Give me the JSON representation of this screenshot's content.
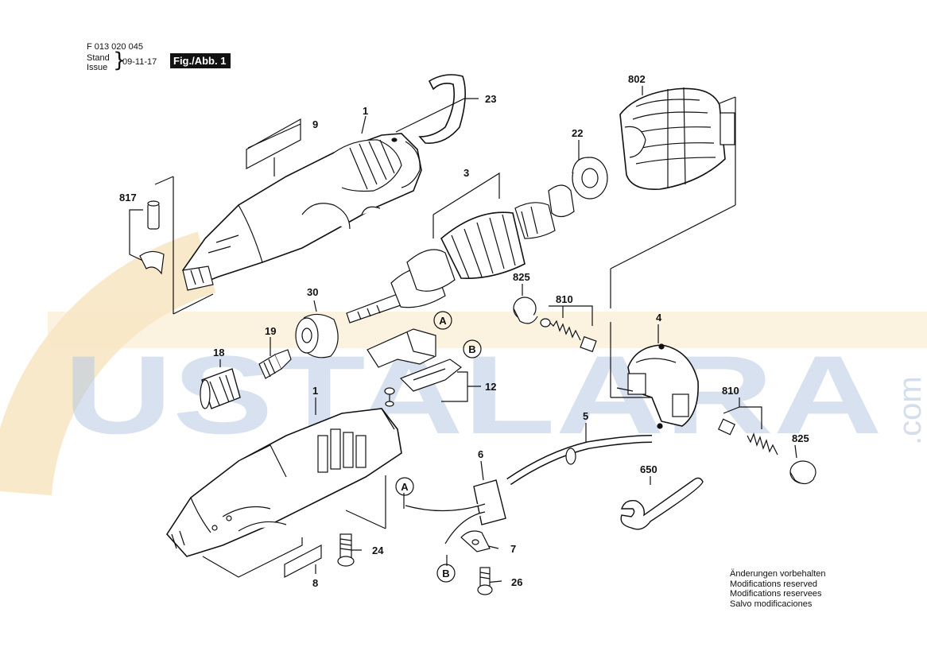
{
  "header": {
    "code": "F 013 020 045",
    "stand_label": "Stand",
    "issue_label": "Issue",
    "date": "09-11-17",
    "figure": "Fig./Abb. 1"
  },
  "watermark": {
    "text": "USTALARA",
    "suffix": ".com",
    "letter_color": "#9fb6d6",
    "arc_color": "#f3d9a8"
  },
  "part_labels": {
    "p1_top": "1",
    "p23": "23",
    "p9": "9",
    "p817": "817",
    "p802": "802",
    "p22": "22",
    "p3": "3",
    "p30": "30",
    "p19": "19",
    "p18": "18",
    "p825_top": "825",
    "p810_top": "810",
    "p4": "4",
    "p12": "12",
    "p1_bottom": "1",
    "p810_bottom": "810",
    "p825_bottom": "825",
    "p5": "5",
    "p6": "6",
    "p650": "650",
    "p7": "7",
    "p24": "24",
    "p26": "26",
    "p8": "8"
  },
  "callouts": {
    "a_top": "A",
    "b_top": "B",
    "a_bottom": "A",
    "b_bottom": "B"
  },
  "notes": [
    "Änderungen vorbehalten",
    "Modifications reserved",
    "Modifications reservees",
    "Salvo modificaciones"
  ]
}
